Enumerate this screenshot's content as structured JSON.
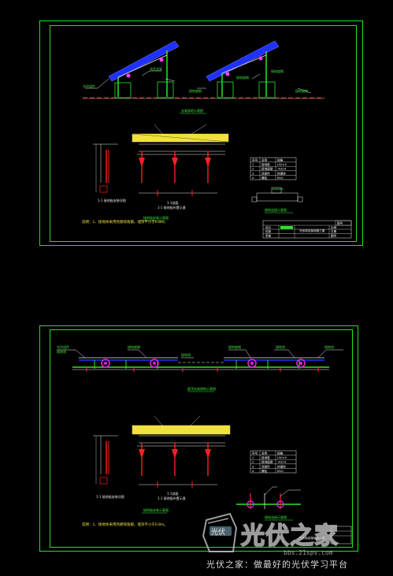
{
  "sheet1": {
    "callouts": [
      "光伏组件",
      "光伏支架",
      "接地扁钢",
      "接地扁钢",
      "接地扁钢",
      "接地扁钢"
    ],
    "section_title": "支架接地示意图",
    "detail_title": "接地极安装示意图",
    "section_label": "1-1剖面",
    "section_sub": "1-1 接地极布置示意",
    "detail_sub": "1-1 接地极安装详图",
    "note": "说明：1、接地体采用热镀锌角钢，埋深不小于0.8m。",
    "table": [
      [
        "序号",
        "名称",
        "规格"
      ],
      [
        "1",
        "接地极",
        "L50×5"
      ],
      [
        "2",
        "接地扁钢",
        "-40×4"
      ],
      [
        "3",
        "连接件",
        "热镀锌"
      ],
      [
        "4",
        "螺栓",
        "M10"
      ]
    ],
    "small_detail_title": "接地连接示意图",
    "titleblock": {
      "project": "光伏电站接地施工图",
      "drawing_no": "图号",
      "rows": [
        [
          "设计",
          "",
          "比例"
        ],
        [
          "校核",
          "",
          "日期"
        ],
        [
          "审核",
          "",
          "图号"
        ]
      ]
    }
  },
  "sheet2": {
    "callouts": [
      "光伏组件",
      "接地线",
      "接地扁钢",
      "接地线",
      "接地扁钢",
      "接地线",
      "接地线"
    ],
    "section_title": "屋顶支架接地示意图",
    "detail_title": "接地极安装示意图",
    "section_label": "1-1剖面",
    "section_sub": "1-1 接地极布置示意",
    "detail_sub": "1-1 接地极安装详图",
    "note": "说明：1、接地体采用热镀锌角钢，埋深不小于0.8m。",
    "table": [
      [
        "序号",
        "名称",
        "规格"
      ],
      [
        "1",
        "接地极",
        "L50×5"
      ],
      [
        "2",
        "接地扁钢",
        "-40×4"
      ],
      [
        "3",
        "连接件",
        "热镀锌"
      ],
      [
        "4",
        "螺栓",
        "M10"
      ]
    ],
    "small_detail_title": "接地连接示意图",
    "titleblock": {
      "project": "光伏电站接地施工图"
    }
  },
  "watermark": {
    "logo_text": "光伏",
    "brand": "光伏之家",
    "site": "bbs.21spv.com",
    "slogan": "光伏之家：做最好的光伏学习平台"
  },
  "colors": {
    "frame": "#1ee61e",
    "red": "#ff2020",
    "blue": "#2030ff",
    "yellow": "#f0e040",
    "cyan": "#20e0e0",
    "magenta": "#e020e0"
  }
}
